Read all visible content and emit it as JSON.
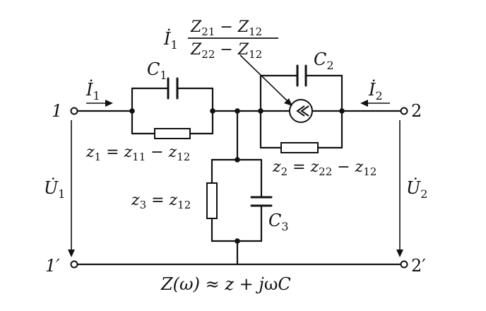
{
  "nodes": {
    "n1": "1",
    "n1p": "1′",
    "n2": "2",
    "n2p": "2′"
  },
  "currents": {
    "i1": "İ",
    "i1_sub": "1",
    "i2": "İ",
    "i2_sub": "2"
  },
  "voltages": {
    "u1": "U̇",
    "u1_sub": "1",
    "u2": "U̇",
    "u2_sub": "2"
  },
  "capacitors": {
    "c1": "C",
    "c1_sub": "1",
    "c2": "C",
    "c2_sub": "2",
    "c3": "C",
    "c3_sub": "3"
  },
  "impedances": {
    "z1_lhs": "z",
    "z1_lhs_sub": "1",
    "z1_eq": " = ",
    "z1_a": "z",
    "z1_a_sub": "11",
    "z1_minus": " − ",
    "z1_b": "z",
    "z1_b_sub": "12",
    "z2_lhs": "z",
    "z2_lhs_sub": "2",
    "z2_eq": " = ",
    "z2_a": "z",
    "z2_a_sub": "22",
    "z2_minus": " − ",
    "z2_b": "z",
    "z2_b_sub": "12",
    "z3_lhs": "z",
    "z3_lhs_sub": "3",
    "z3_eq": " = ",
    "z3_a": "z",
    "z3_a_sub": "12"
  },
  "source_label": {
    "i": "İ",
    "i_sub": "1",
    "num_a": "Z",
    "num_a_sub": "21",
    "num_minus": " − ",
    "num_b": "Z",
    "num_b_sub": "12",
    "den_a": "Z",
    "den_a_sub": "22",
    "den_minus": " − ",
    "den_b": "Z",
    "den_b_sub": "12"
  },
  "formula": {
    "pre": "Z(ω) ≈ ",
    "z": "z",
    "mid": " + ",
    "j": "j",
    "omega": "ω",
    "c": "C"
  }
}
